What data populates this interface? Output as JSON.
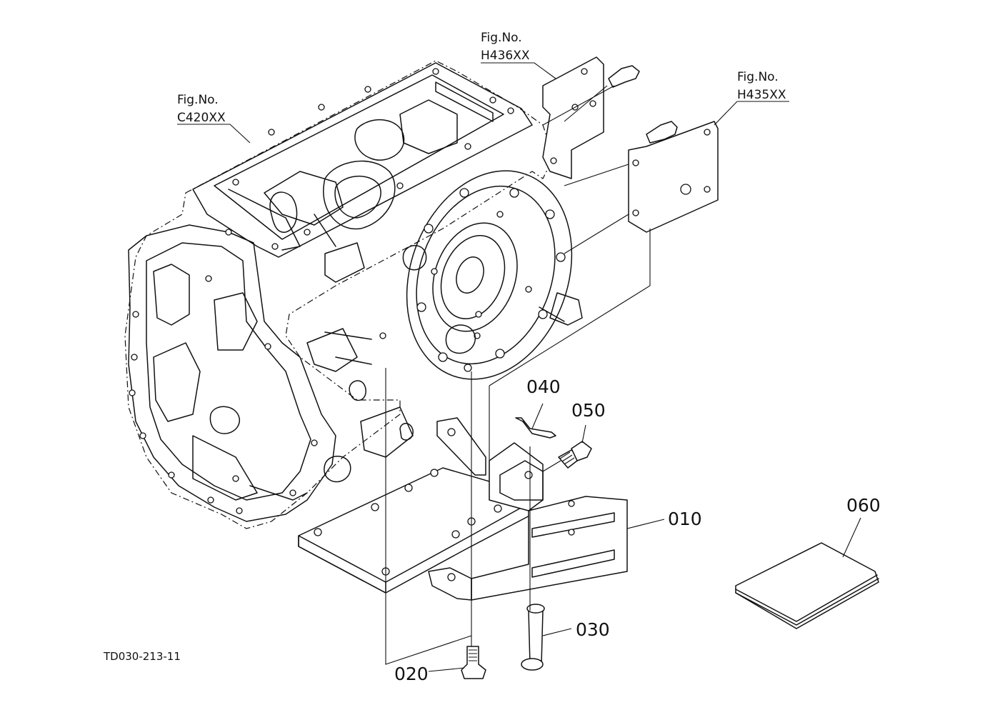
{
  "references": {
    "c420": {
      "fig": "Fig.No.",
      "code": "C420XX"
    },
    "h436": {
      "fig": "Fig.No.",
      "code": "H436XX"
    },
    "h435": {
      "fig": "Fig.No.",
      "code": "H435XX"
    }
  },
  "parts": {
    "p010": "010",
    "p020": "020",
    "p030": "030",
    "p040": "040",
    "p050": "050",
    "p060": "060"
  },
  "drawing_code": "TD030-213-11"
}
